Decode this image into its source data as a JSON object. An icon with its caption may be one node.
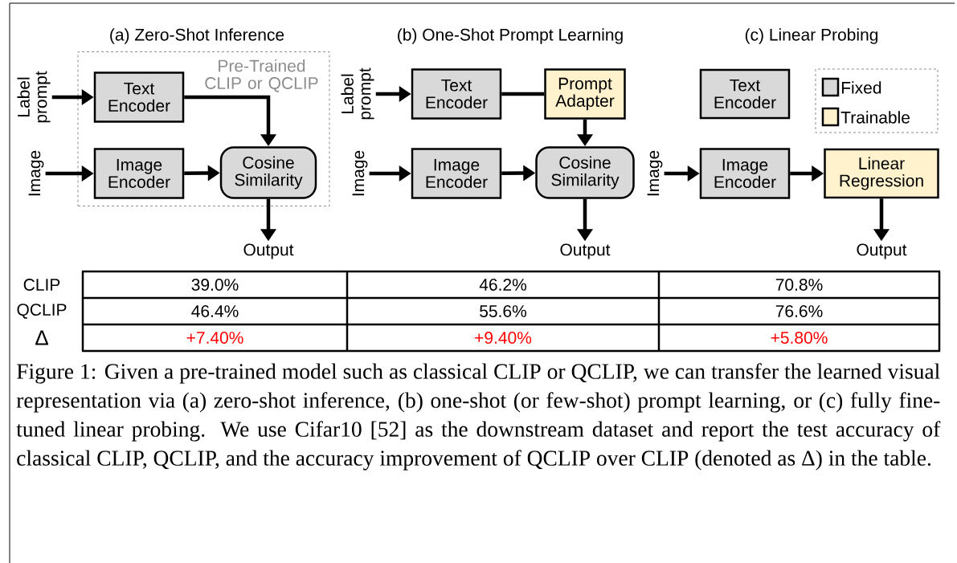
{
  "diagram": {
    "caption": "Figure 1: Given a pre-trained model such as classical CLIP or QCLIP, we can transfer the learned visual representation via (a) zero-shot inference, (b) one-shot (or few-shot) prompt learning, or (c) fully fine-tuned linear probing. We use Cifar10 [52] as the downstream dataset and report the test accuracy of classical CLIP, QCLIP, and the accuracy improvement of QCLIP over CLIP (denoted as Δ) in the table.",
    "nodes": [
      {
        "text": [
          "Pre-Trained CLIP or QCLIP"
        ]
      },
      {
        "text": [
          "Label prompt"
        ]
      },
      {
        "text": [
          "Image"
        ]
      },
      {
        "text": [
          "Text Encoder"
        ],
        "in": 0
      },
      {
        "text": [
          "Image Encoder"
        ],
        "in": 0
      },
      {
        "text": [
          "Cosine Similarity"
        ],
        "in": 0
      },
      {
        "text": [
          "Output"
        ]
      },
      {
        "text": [
          "Label prompt"
        ]
      },
      {
        "text": [
          "Image"
        ]
      },
      {
        "text": [
          "Text Encoder"
        ]
      },
      {
        "text": [
          "Prompt Adapter"
        ]
      },
      {
        "text": [
          "Image Encoder"
        ]
      },
      {
        "text": [
          "Cosine Similarity"
        ]
      },
      {
        "text": [
          "Output"
        ]
      },
      {
        "text": [
          "Text Encoder"
        ]
      },
      {
        "text": [
          "Image"
        ]
      },
      {
        "text": [
          "Image Encoder"
        ]
      },
      {
        "text": [
          "Linear Regression"
        ]
      },
      {
        "text": [
          "Output"
        ]
      }
    ],
    "edges": [
      {
        "from": 1,
        "to": 3,
        "arrow": "to"
      },
      {
        "from": 2,
        "to": 4,
        "arrow": "to"
      },
      {
        "from": 3,
        "to": 5,
        "arrow": "to"
      },
      {
        "from": 4,
        "to": 5,
        "arrow": "to"
      },
      {
        "from": 5,
        "to": 6,
        "arrow": "to"
      },
      {
        "from": 7,
        "to": 9,
        "arrow": "to"
      },
      {
        "from": 8,
        "to": 11,
        "arrow": "to"
      },
      {
        "from": 9,
        "to": 10,
        "arrow": "none"
      },
      {
        "from": 10,
        "to": 12,
        "arrow": "to"
      },
      {
        "from": 11,
        "to": 12,
        "arrow": "to"
      },
      {
        "from": 12,
        "to": 13,
        "arrow": "to"
      },
      {
        "from": 15,
        "to": 16,
        "arrow": "to"
      },
      {
        "from": 16,
        "to": 17,
        "arrow": "to"
      },
      {
        "from": 17,
        "to": 18,
        "arrow": "to"
      }
    ],
    "labels": [
      "(a) Zero-Shot Inference",
      "(b) One-Shot Prompt Learning",
      "(c) Linear Probing",
      "CLIP",
      "39.0%",
      "46.2%",
      "70.8%",
      "QCLIP",
      "46.4%",
      "55.6%",
      "76.6%",
      "Δ",
      "+7.40%",
      "+9.40%",
      "+5.80%"
    ],
    "legend": [
      {
        "text": "Fixed",
        "color": "#d9d9d9"
      },
      {
        "text": "Trainable",
        "color": "#fff2cc"
      }
    ]
  }
}
